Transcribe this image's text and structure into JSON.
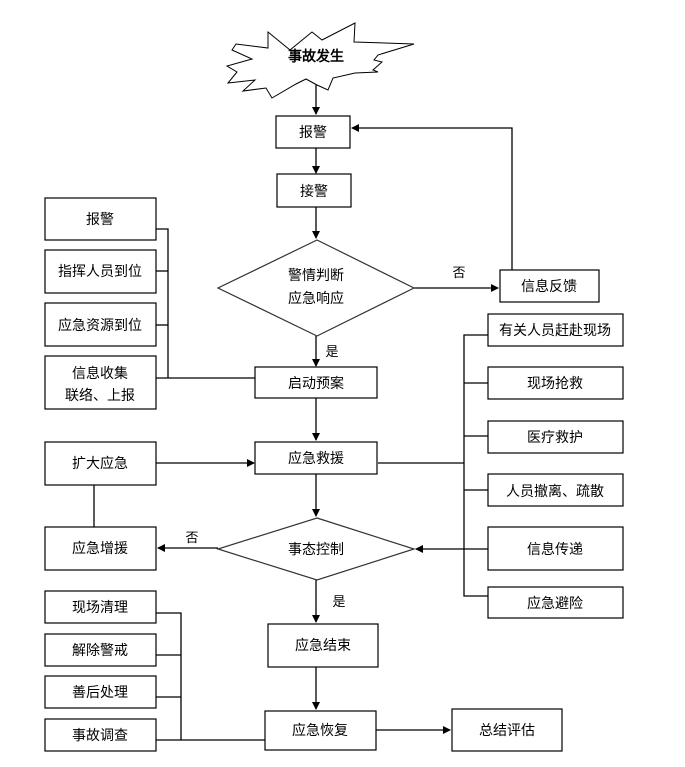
{
  "diagram": {
    "title": "应急响应流程图",
    "colors": {
      "line": "#000000",
      "fill": "#ffffff",
      "text": "#000000"
    },
    "start": {
      "label": "事故发生",
      "shape": "explosion-star"
    },
    "main_flow": {
      "alarm": "报警",
      "receive_alarm": "接警",
      "decision_1": {
        "line1": "警情判断",
        "line2": "应急响应"
      },
      "feedback": "信息反馈",
      "start_plan": "启动预案",
      "rescue": "应急救援",
      "decision_2": "事态控制",
      "reinforce": "应急增援",
      "expand": "扩大应急",
      "end": "应急结束",
      "recover": "应急恢复",
      "evaluate": "总结评估"
    },
    "edge_labels": {
      "no_1": "否",
      "yes_1": "是",
      "no_2": "否",
      "yes_2": "是"
    },
    "left_plan_items": [
      {
        "label": "报警"
      },
      {
        "label": "指挥人员到位"
      },
      {
        "label": "应急资源到位"
      },
      {
        "line1": "信息收集",
        "line2": "联络、上报"
      }
    ],
    "right_rescue_items": [
      {
        "label": "有关人员赶赴现场"
      },
      {
        "label": "现场抢救"
      },
      {
        "label": "医疗救护"
      },
      {
        "label": "人员撤离、疏散"
      },
      {
        "label": "信息传递"
      },
      {
        "label": "应急避险"
      }
    ],
    "left_recovery_items": [
      {
        "label": "现场清理"
      },
      {
        "label": "解除警戒"
      },
      {
        "label": "善后处理"
      },
      {
        "label": "事故调查"
      }
    ]
  }
}
